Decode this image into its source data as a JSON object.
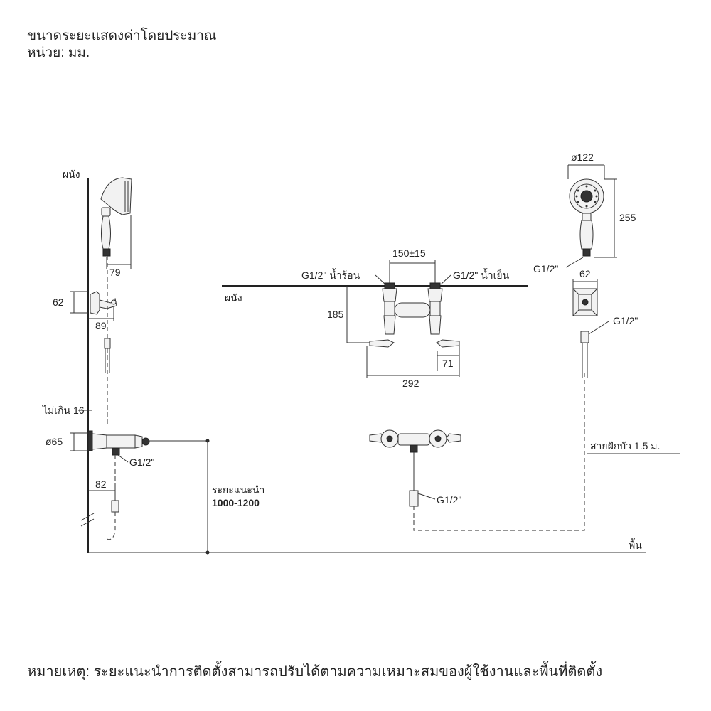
{
  "header": {
    "note_line1": "ขนาดระยะแสดงค่าโดยประมาณ",
    "note_line2": "หน่วย: มม."
  },
  "labels": {
    "wall_left": "ผนัง",
    "wall_center": "ผนัง",
    "floor": "พื้น",
    "hot": "G1/2\" น้ำร้อน",
    "cold": "G1/2\" น้ำเย็น",
    "g_side": "G1/2\"",
    "g_center": "G1/2\"",
    "g_right_head": "G1/2\"",
    "g_right_holder": "G1/2\"",
    "hose_length": "สายฝักบัว 1.5 ม.",
    "install_height_1": "ระยะแนะนำ",
    "install_height_2": "1000-1200",
    "max_16": "ไม่เกิน 16"
  },
  "dimensions": {
    "d79": "79",
    "d62_left": "62",
    "d89": "89",
    "d65": "ø65",
    "d82": "82",
    "d150": "150±15",
    "d185": "185",
    "d71": "71",
    "d292": "292",
    "d122": "ø122",
    "d255": "255",
    "d62_right": "62"
  },
  "footer": {
    "text": "หมายเหตุ: ระยะแนะนำการติดตั้งสามารถปรับได้ตามความเหมาะสมของผู้ใช้งานและพื้นที่ติดตั้ง"
  }
}
